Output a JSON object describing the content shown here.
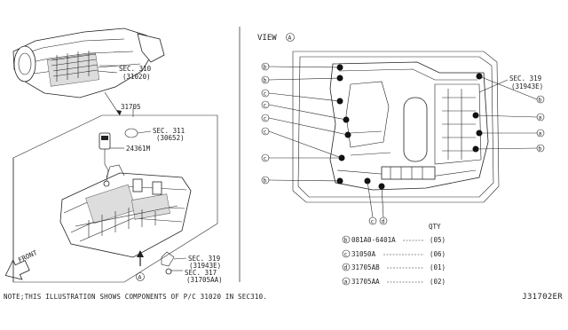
{
  "view_title": "VIEW",
  "view_marker": "A",
  "left": {
    "sec310": {
      "line1": "SEC. 310",
      "line2": "(31020)"
    },
    "part_31705": "31705",
    "sec311": {
      "line1": "SEC. 311",
      "line2": "(30652)"
    },
    "part_24361M": "24361M",
    "sec319": {
      "line1": "SEC. 319",
      "line2": "(31943E)"
    },
    "sec317": {
      "line1": "SEC. 317",
      "line2": "(31705AA)"
    },
    "front_label": "FRONT",
    "view_arrow_marker": "A"
  },
  "right": {
    "sec319": {
      "line1": "SEC. 319",
      "line2": "(31943E)"
    },
    "callouts_left": [
      "b",
      "b",
      "c",
      "c",
      "c",
      "c",
      "c",
      "b"
    ],
    "callouts_right": [
      "b",
      "a",
      "a",
      "b"
    ],
    "callouts_bottom": [
      "c",
      "d"
    ]
  },
  "legend": {
    "qty_header": "QTY",
    "rows": [
      {
        "marker": "b",
        "part": "081A0-6401A",
        "qty": "(05)"
      },
      {
        "marker": "c",
        "part": "31050A",
        "qty": "(06)"
      },
      {
        "marker": "d",
        "part": "31705AB",
        "qty": "(01)"
      },
      {
        "marker": "a",
        "part": "31705AA",
        "qty": "(02)"
      }
    ]
  },
  "footer": {
    "note": "NOTE;THIS ILLUSTRATION SHOWS COMPONENTS OF P/C 31020 IN SEC310.",
    "diagram_code": "J31702ER"
  }
}
